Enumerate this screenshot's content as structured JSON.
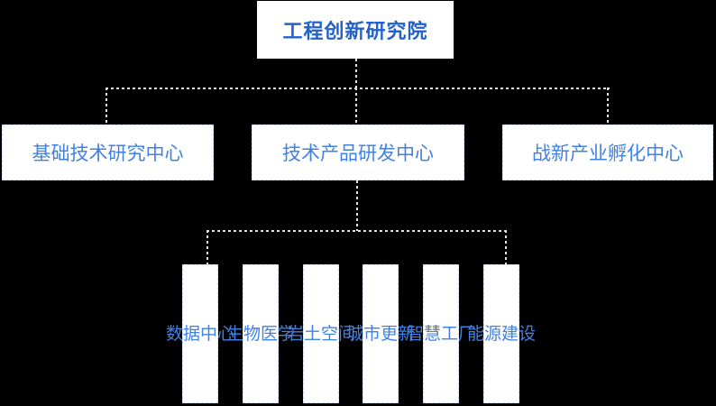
{
  "diagram": {
    "type": "org-chart",
    "root": {
      "label": "工程创新研究院"
    },
    "level2": {
      "items": [
        {
          "label": "基础技术研究中心"
        },
        {
          "label": "技术产品研发中心"
        },
        {
          "label": "战新产业孵化中心"
        }
      ]
    },
    "level3": {
      "parent": "技术产品研发中心",
      "items": [
        {
          "label": "数据中心"
        },
        {
          "label": "生物医学"
        },
        {
          "label": "岩土空间"
        },
        {
          "label": "城市更新"
        },
        {
          "label": "智慧工厂"
        },
        {
          "label": "能源建设"
        }
      ]
    },
    "edges": [
      {
        "from": "工程创新研究院",
        "to": "基础技术研究中心"
      },
      {
        "from": "工程创新研究院",
        "to": "技术产品研发中心"
      },
      {
        "from": "工程创新研究院",
        "to": "战新产业孵化中心"
      },
      {
        "from": "技术产品研发中心",
        "to": "数据中心"
      },
      {
        "from": "技术产品研发中心",
        "to": "生物医学"
      },
      {
        "from": "技术产品研发中心",
        "to": "岩土空间"
      },
      {
        "from": "技术产品研发中心",
        "to": "城市更新"
      },
      {
        "from": "技术产品研发中心",
        "to": "智慧工厂"
      },
      {
        "from": "技术产品研发中心",
        "to": "能源建设"
      }
    ],
    "colors": {
      "background": "#000000",
      "node_fill": "#ffffff",
      "node_border": "#c9d7f2",
      "root_text": "#2262c9",
      "node_text": "#4181e2",
      "connector": "#e2e2e2"
    }
  }
}
